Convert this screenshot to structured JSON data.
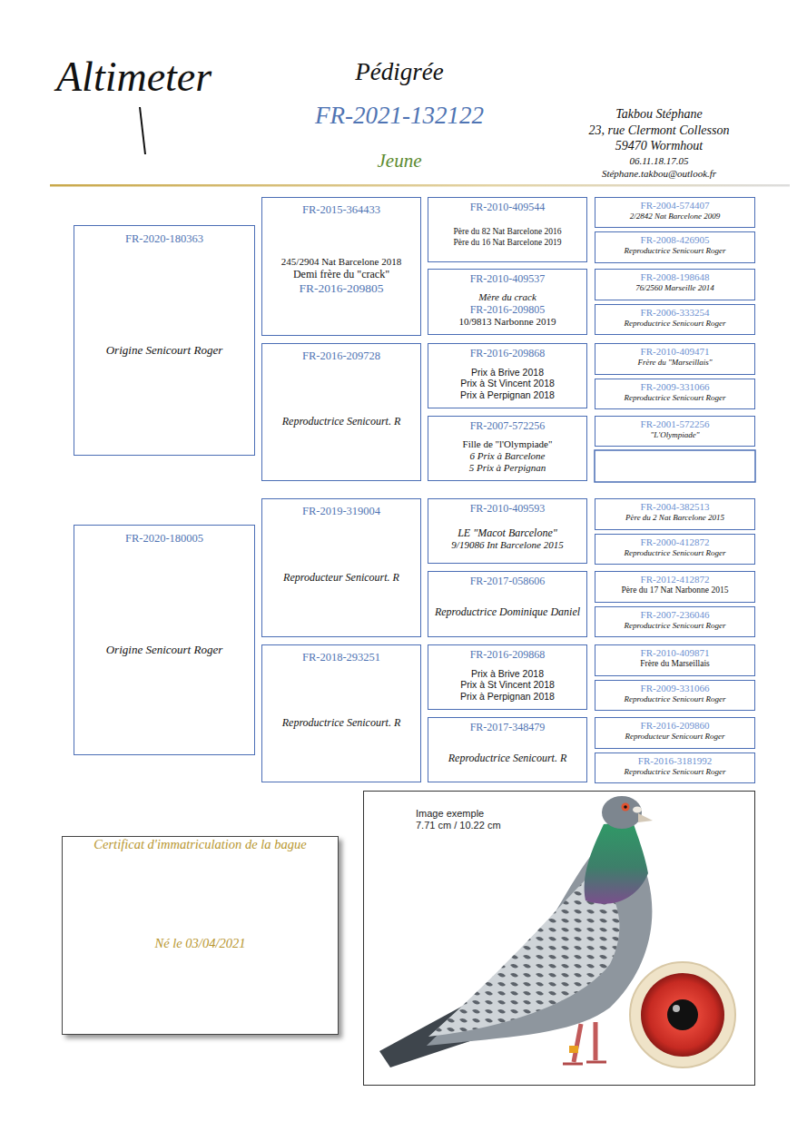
{
  "diagram": {
    "title": "Pédigrée",
    "nodes": [
      {
        "text": [
          "FR-2020-180363",
          "Origine Senicourt Roger"
        ]
      },
      {
        "text": [
          "FR-2015-364433",
          "245/2904 Nat Barcelone 2018",
          "Demi frère du \"crack\"",
          "FR-2016-209805"
        ]
      },
      {
        "text": [
          "FR-2010-409544",
          "Père du 82 Nat Barcelone 2016",
          "Père du 16 Nat Barcelone 2019"
        ]
      },
      {
        "text": [
          "FR-2004-574407",
          "2/2842 Nat Barcelone 2009"
        ]
      },
      {
        "text": [
          "FR-2008-426905",
          "Reproductrice Senicourt Roger"
        ]
      },
      {
        "text": [
          "FR-2010-409537",
          "Mère du crack",
          "FR-2016-209805",
          "10/9813 Narbonne 2019"
        ]
      },
      {
        "text": [
          "FR-2008-198648",
          "76/2560 Marseille 2014"
        ]
      },
      {
        "text": [
          "FR-2006-333254",
          "Reproductrice Senicourt Roger"
        ]
      },
      {
        "text": [
          "FR-2016-209728",
          "Reproductrice Senicourt. R"
        ]
      },
      {
        "text": [
          "FR-2016-209868",
          "Prix à Brive 2018",
          "Prix à St Vincent 2018",
          "Prix à Perpignan 2018"
        ]
      },
      {
        "text": [
          "FR-2010-409471",
          "Frère du \"Marseillais\""
        ]
      },
      {
        "text": [
          "FR-2009-331066",
          "Reproductrice Senicourt Roger"
        ]
      },
      {
        "text": [
          "FR-2007-572256",
          "Fille de \"l'Olympiade\"",
          "6 Prix à Barcelone",
          "5 Prix à Perpignan"
        ]
      },
      {
        "text": [
          "FR-2001-572256",
          "\"L'Olympiade\""
        ]
      },
      {
        "text": [
          "FR-2020-180005",
          "Origine Senicourt Roger"
        ]
      },
      {
        "text": [
          "FR-2019-319004",
          "Reproducteur Senicourt. R"
        ]
      },
      {
        "text": [
          "FR-2010-409593",
          "LE \"Macot Barcelone\"",
          "9/19086 Int Barcelone 2015"
        ]
      },
      {
        "text": [
          "FR-2004-382513",
          "Père du 2 Nat Barcelone 2015"
        ]
      },
      {
        "text": [
          "FR-2000-412872",
          "Reproductrice Senicourt Roger"
        ]
      },
      {
        "text": [
          "FR-2017-058606",
          "Reproductrice Dominique Daniel"
        ]
      },
      {
        "text": [
          "FR-2012-412872",
          "Père du 17 Nat Narbonne 2015"
        ]
      },
      {
        "text": [
          "FR-2007-236046",
          "Reproductrice Senicourt Roger"
        ]
      },
      {
        "text": [
          "FR-2018-293251",
          "Reproductrice Senicourt. R"
        ]
      },
      {
        "text": [
          "FR-2016-209868",
          "Prix à Brive 2018",
          "Prix à St Vincent 2018",
          "Prix à Perpignan 2018"
        ]
      },
      {
        "text": [
          "FR-2010-409871",
          "Frère du Marseillais"
        ]
      },
      {
        "text": [
          "FR-2009-331066",
          "Reproductrice Senicourt Roger"
        ]
      },
      {
        "text": [
          "FR-2017-348479",
          "Reproductrice Senicourt. R"
        ]
      },
      {
        "text": [
          "FR-2016-209860",
          "Reproducteur Senicourt Roger"
        ]
      },
      {
        "text": [
          "FR-2016-3181992",
          "Reproductrice Senicourt Roger"
        ]
      },
      {
        "text": [
          "Certificat d'immatriculation de la bague",
          "Né le 03/04/2021"
        ]
      },
      {
        "text": [
          "Image exemple",
          "7.71 cm / 10.22 cm"
        ]
      }
    ],
    "labels": [
      "Altimeter",
      "FR-2021-132122",
      "Jeune",
      "Takbou Stéphane",
      "23, rue Clermont Collesson",
      "59470 Wormhout",
      "06.11.18.17.05",
      "Stéphane.takbou@outlook.fr"
    ]
  }
}
